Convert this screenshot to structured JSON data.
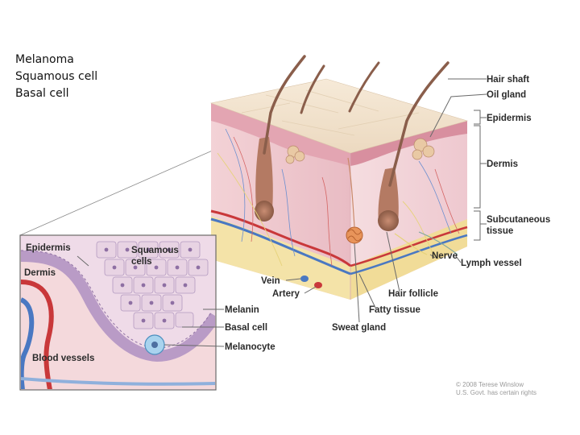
{
  "slide": {
    "bullets": [
      "Melanoma",
      "Squamous cell",
      "Basal cell"
    ]
  },
  "diagram": {
    "labels": {
      "hair_shaft": "Hair shaft",
      "oil_gland": "Oil gland",
      "epidermis": "Epidermis",
      "dermis": "Dermis",
      "subcutaneous_1": "Subcutaneous",
      "subcutaneous_2": "tissue",
      "lymph_vessel": "Lymph vessel",
      "nerve": "Nerve",
      "vein": "Vein",
      "artery": "Artery",
      "hair_follicle": "Hair follicle",
      "fatty_tissue": "Fatty tissue",
      "sweat_gland": "Sweat gland"
    },
    "inset_labels": {
      "epidermis": "Epidermis",
      "dermis": "Dermis",
      "squamous_1": "Squamous",
      "squamous_2": "cells",
      "melanin": "Melanin",
      "basal_cell": "Basal cell",
      "melanocyte": "Melanocyte",
      "blood_vessels": "Blood vessels"
    },
    "credit_line_1": "© 2008 Terese Winslow",
    "credit_line_2": "U.S. Govt. has certain rights"
  },
  "colors": {
    "epidermis_top": "#f2e2cf",
    "dermis": "#efc6cd",
    "fat": "#f4e3a8",
    "inset_bg": "#f5dfe2",
    "cell_purple": "#b99bc6",
    "vein_blue": "#4a78c2",
    "artery_red": "#c9383a"
  }
}
